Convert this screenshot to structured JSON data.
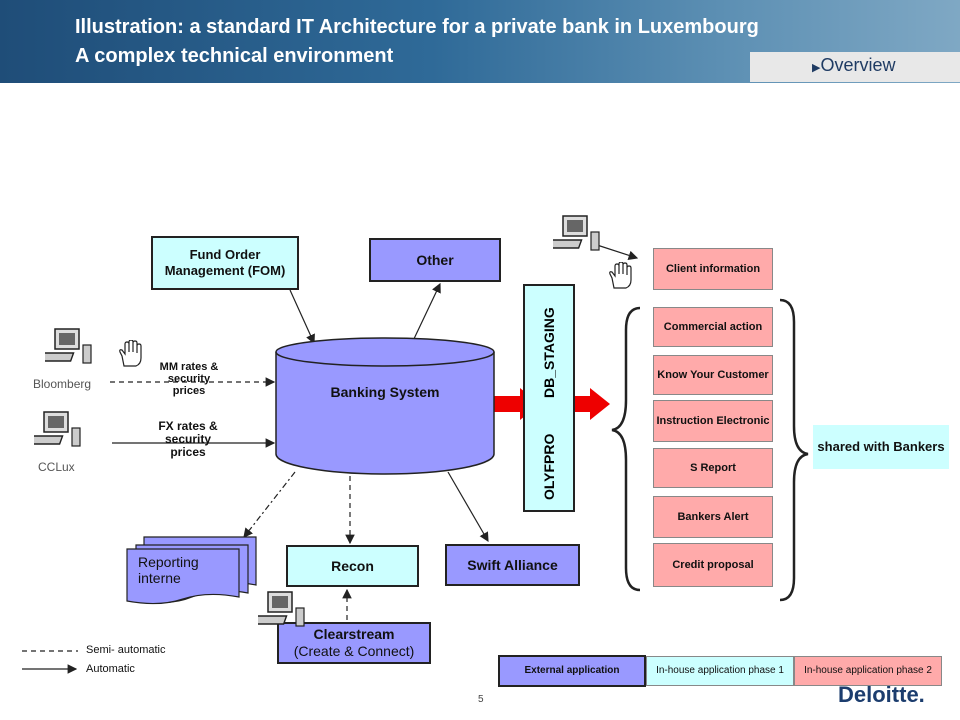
{
  "header": {
    "title_line1": "Illustration: a standard IT Architecture for a private bank in Luxembourg",
    "title_line2": "A complex technical environment",
    "overview_label": "Overview"
  },
  "boxes": {
    "fom": "Fund Order Management (FOM)",
    "other": "Other",
    "banking_system": "Banking System",
    "recon": "Recon",
    "swift": "Swift Alliance",
    "clearstream_line1": "Clearstream",
    "clearstream_line2": "(Create & Connect)",
    "reporting": "Reporting interne"
  },
  "sources": {
    "bloomberg": "Bloomberg",
    "cclux": "CCLux",
    "mm_rates": "MM rates & security prices",
    "fx_rates": "FX rates & security prices"
  },
  "staging": {
    "olyfpro": "OLYFPRO",
    "db_staging": "DB_STAGING"
  },
  "modules": [
    "Client information",
    "Commercial action",
    "Know Your Customer",
    "Instruction Electronic",
    "S Report",
    "Bankers Alert",
    "Credit proposal"
  ],
  "shared": "shared with Bankers",
  "legend": {
    "semi_automatic": "Semi- automatic",
    "automatic": "Automatic",
    "external": "External application",
    "inhouse1": "In-house application phase 1",
    "inhouse2": "In-house application phase 2"
  },
  "page_number": "5",
  "brand": "Deloitte.",
  "colors": {
    "external_application": "#9999ff",
    "inhouse_phase1": "#ccffff",
    "inhouse_phase2": "#ffaaaa",
    "header_blue": "#1f4d78",
    "brand_green": "#86bc25"
  }
}
